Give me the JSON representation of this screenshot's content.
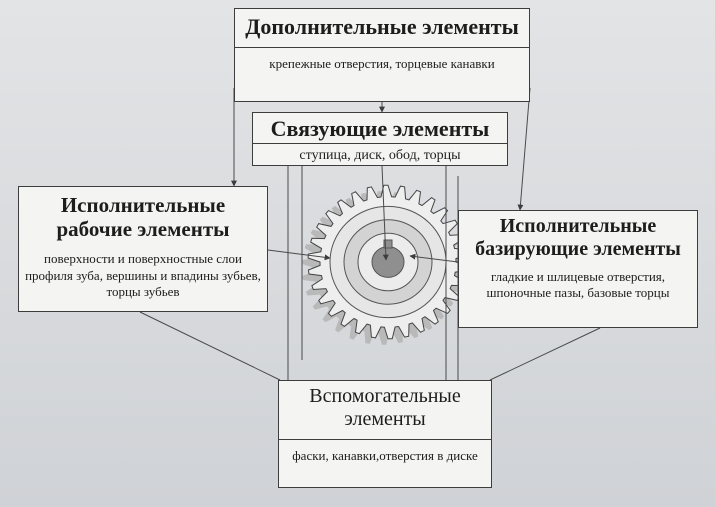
{
  "diagram": {
    "additional": {
      "title": "Дополнительные элементы",
      "desc": "крепежные отверстия, торцевые канавки"
    },
    "connecting": {
      "title": "Связующие элементы",
      "desc": "ступица, диск, обод, торцы"
    },
    "working": {
      "title_line1": "Исполнительные",
      "title_line2": "рабочие элементы",
      "desc": "поверхности и поверхностные слои профиля зуба, вершины и впадины зубьев, торцы зубьев"
    },
    "basing": {
      "title_line1": "Исполнительные",
      "title_line2": "базирующие элементы",
      "desc": "гладкие и шлицевые отверстия, шпоночные пазы, базовые торцы"
    },
    "auxiliary": {
      "title_line1": "Вспомогательные",
      "title_line2": "элементы",
      "desc": "фаски, канавки,отверстия в диске"
    }
  },
  "colors": {
    "box_fill": "#f4f4f2",
    "border": "#3d3d3d",
    "gear_body": "#eeeeee",
    "gear_shade": "#b9b9b9"
  }
}
